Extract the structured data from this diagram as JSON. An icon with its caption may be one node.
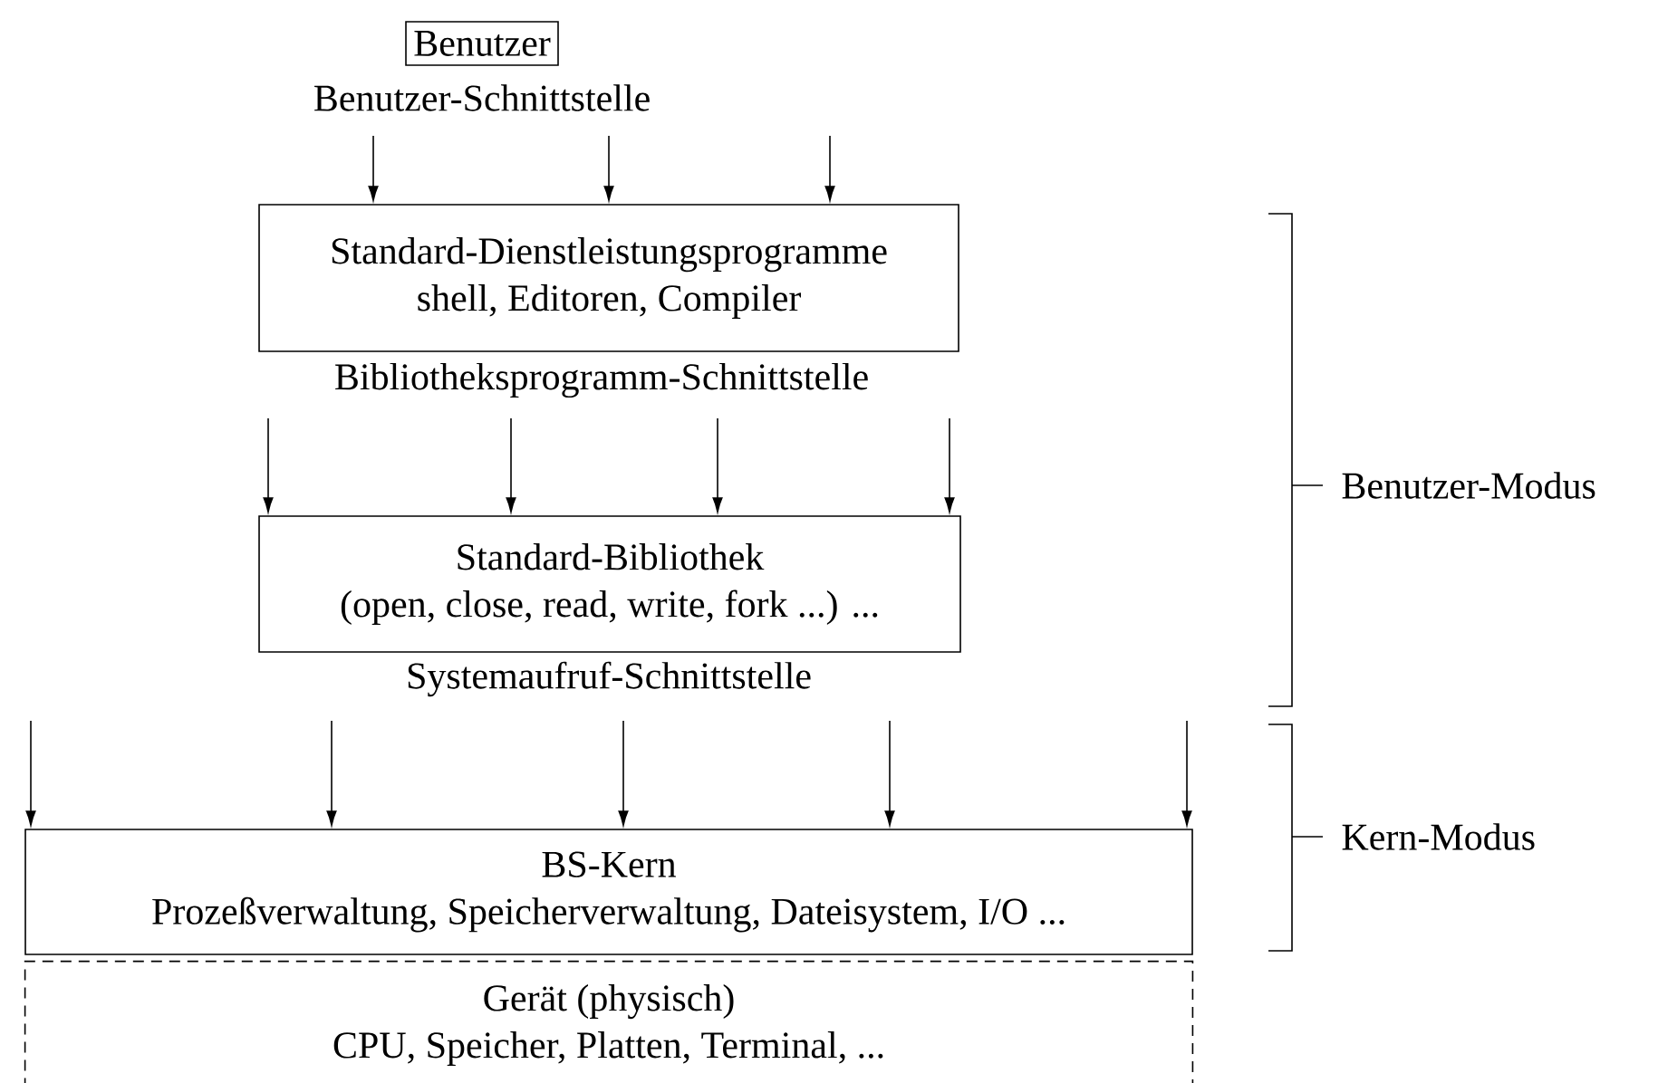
{
  "diagram": {
    "nodes": [
      {
        "text": [
          "Benutzer"
        ]
      },
      {
        "text": [
          "Standard-Dienstleistungsprogramme",
          "shell, Editoren, Compiler"
        ]
      },
      {
        "text": [
          "Standard-Bibliothek",
          "(open, close, read, write, fork ...) ..."
        ]
      },
      {
        "text": [
          "BS-Kern",
          "Prozeßverwaltung, Speicherverwaltung, Dateisystem, I/O ..."
        ]
      },
      {
        "text": [
          "Gerät (physisch)",
          "CPU, Speicher, Platten, Terminal, ..."
        ]
      }
    ],
    "edges": [
      {
        "from": null,
        "to": 1,
        "arrow": "to"
      },
      {
        "from": null,
        "to": 1,
        "arrow": "to"
      },
      {
        "from": null,
        "to": 1,
        "arrow": "to"
      },
      {
        "from": null,
        "to": 2,
        "arrow": "to"
      },
      {
        "from": null,
        "to": 2,
        "arrow": "to"
      },
      {
        "from": null,
        "to": 2,
        "arrow": "to"
      },
      {
        "from": null,
        "to": 2,
        "arrow": "to"
      },
      {
        "from": null,
        "to": 3,
        "arrow": "to"
      },
      {
        "from": null,
        "to": 3,
        "arrow": "to"
      },
      {
        "from": null,
        "to": 3,
        "arrow": "to"
      },
      {
        "from": null,
        "to": 3,
        "arrow": "to"
      },
      {
        "from": null,
        "to": 3,
        "arrow": "to"
      }
    ],
    "labels": [
      "Benutzer-Schnittstelle",
      "Bibliotheksprogramm-Schnittstelle",
      "Benutzer-Modus",
      "Systemaufruf-Schnittstelle",
      "Kern-Modus"
    ]
  }
}
